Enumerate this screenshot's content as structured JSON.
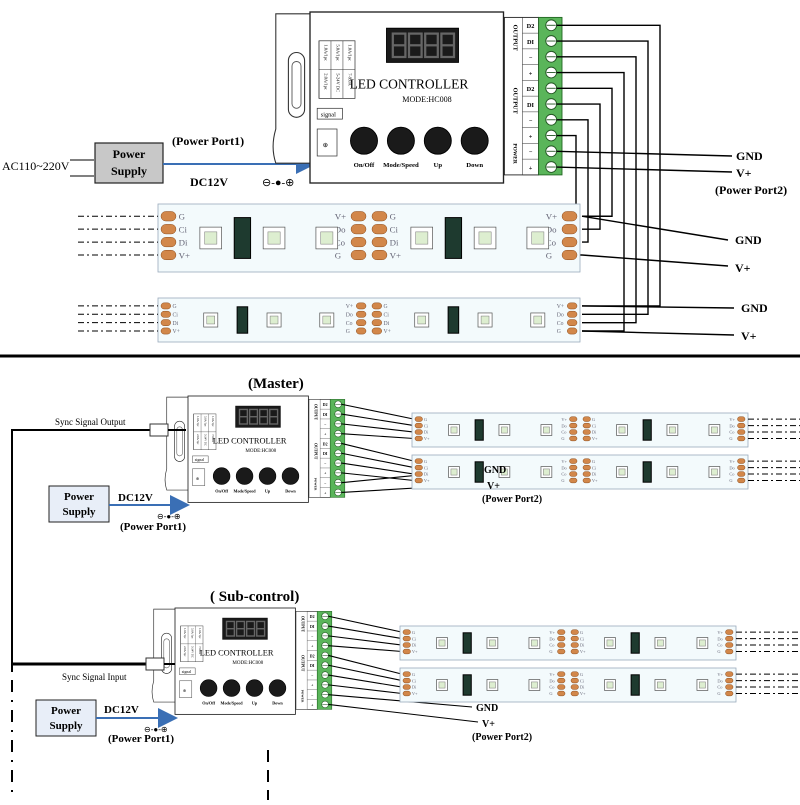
{
  "top": {
    "ac_label": "AC110~220V",
    "power_supply": [
      "Power",
      "Supply"
    ],
    "power_port1": "(Power Port1)",
    "dc12v": "DC12V",
    "gnd": "GND",
    "vplus": "V+",
    "power_port2": "(Power Port2)",
    "strip_gnd": "GND",
    "strip_vplus": "V+",
    "strip2_gnd": "GND",
    "strip2_vplus": "V+"
  },
  "controller": {
    "title": "LED  CONTROLLER",
    "model": "MODE:HC008",
    "signal": "signal",
    "buttons": [
      "On/Off",
      "Mode/Speed",
      "Up",
      "Down"
    ],
    "output_label": "OUTPUT",
    "power_label": "POWER",
    "terminal_tags": [
      "D2",
      "DI",
      "−",
      "+",
      "D2",
      "DI",
      "−",
      "+",
      "−",
      "+"
    ],
    "spec_lines": [
      "1.0A/1pc",
      "5.0A/1pc",
      "1.0A/1pc",
      "2.0A/1pc",
      "5-24V DC",
      "7-9.0A"
    ],
    "led_digits": "8888"
  },
  "strip": {
    "pad_labels_left": [
      "G",
      "Ci",
      "Di",
      "V+"
    ],
    "pad_labels_right": [
      "V+",
      "Do",
      "Co",
      "G"
    ]
  },
  "bottom": {
    "master": "(Master)",
    "sub_control": "( Sub-control)",
    "sync_output": "Sync Signal Output",
    "sync_input": "Sync Signal Input",
    "power_supply": [
      "Power",
      "Supply"
    ],
    "dc12v": "DC12V",
    "power_port1": "(Power Port1)",
    "gnd": "GND",
    "vplus": "V+",
    "power_port2": "(Power Port2)"
  },
  "colors": {
    "wire": "#000000",
    "arrow": "#3a6fb5",
    "supply_fill": "#c8c8c8",
    "supply_fill_blue": "#e8eef8",
    "terminal_green": "#5ab55a",
    "strip_fill": "#f3fafc",
    "pad_orange": "#d2874a",
    "chip_fill": "#ddeed0",
    "ic_dark": "#1e3a2f"
  }
}
